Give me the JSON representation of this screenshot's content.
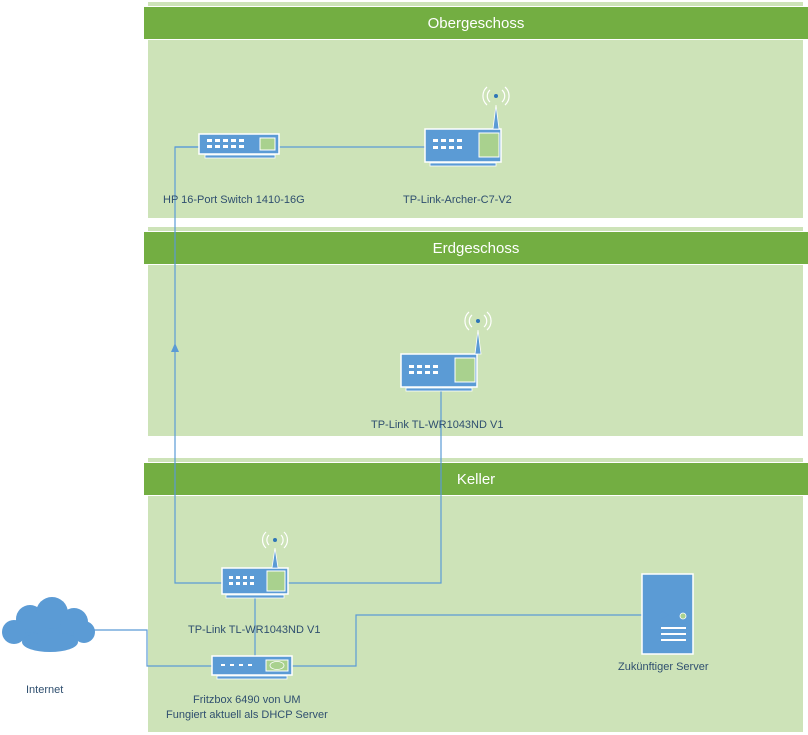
{
  "floors": [
    {
      "name": "Obergeschoss"
    },
    {
      "name": "Erdgeschoss"
    },
    {
      "name": "Keller"
    }
  ],
  "devices": {
    "hp_switch": {
      "label": "HP 16-Port Switch 1410-16G"
    },
    "archer": {
      "label": "TP-Link-Archer-C7-V2"
    },
    "wr1043_eg": {
      "label": "TP-Link TL-WR1043ND V1"
    },
    "wr1043_keller": {
      "label": "TP-Link TL-WR1043ND V1"
    },
    "fritzbox": {
      "label_line1": "Fritzbox 6490 von UM",
      "label_line2": "Fungiert aktuell als DHCP Server"
    },
    "server": {
      "label": "Zukünftiger Server"
    },
    "internet": {
      "label": "Internet"
    }
  },
  "colors": {
    "zone_header": "#73ae42",
    "zone_body": "#cde3b8",
    "device_blue": "#5b9bd5",
    "device_green": "#a9d18e",
    "connector": "#5b9bd5",
    "label_text": "#2f4f6f"
  }
}
